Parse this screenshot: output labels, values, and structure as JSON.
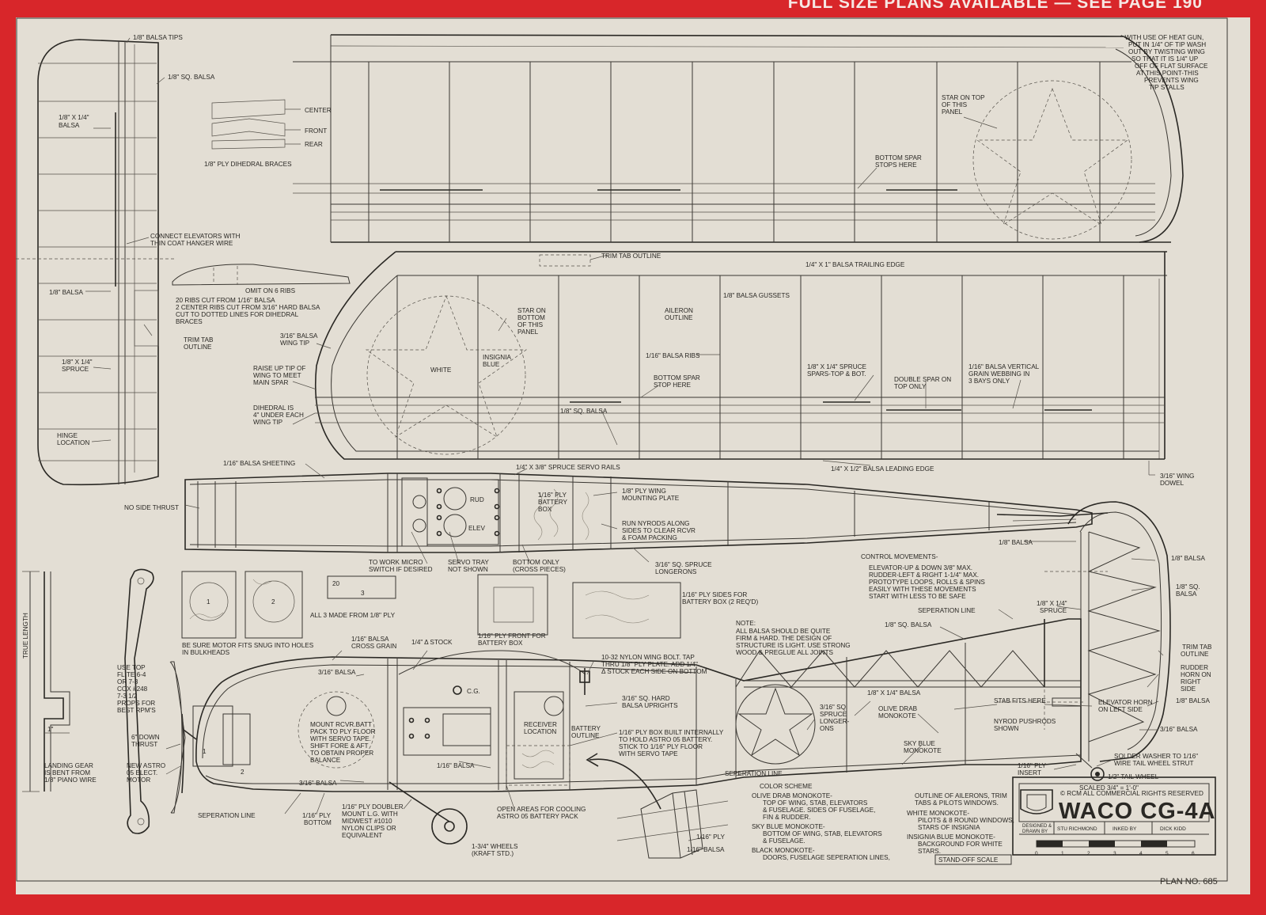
{
  "banner": "FULL SIZE PLANS AVAILABLE — SEE PAGE 190",
  "plan_no": "PLAN NO. 685",
  "colors": {
    "background": "#d8262a",
    "sheet": "#e3ded4",
    "ink": "#2a2824"
  },
  "labels": {
    "tips": "1/8\" BALSA TIPS",
    "sq_balsa_top": "1/8\" SQ. BALSA",
    "b18x14": "1/8\" X 1/4\"",
    "balsa": "BALSA",
    "center": "CENTER",
    "front": "FRONT",
    "rear": "REAR",
    "dihedral_braces": "1/8\" PLY DIHEDRAL BRACES",
    "connect_elev_1": "CONNECT ELEVATORS WITH",
    "connect_elev_2": "THIN COAT HANGER WIRE",
    "b18_balsa": "1/8\" BALSA",
    "omit_ribs": "OMIT ON 6 RIBS",
    "ribs_1": "20 RIBS CUT FROM 1/16\" BALSA",
    "ribs_2": "2 CENTER RIBS CUT FROM 3/16\" HARD BALSA",
    "ribs_3": "CUT TO DOTTED LINES FOR DIHEDRAL",
    "ribs_4": "BRACES",
    "trim_tab_1": "TRIM TAB",
    "trim_tab_2": "OUTLINE",
    "b316_1": "3/16\" BALSA",
    "b316_2": "WING TIP",
    "b18x14_spruce_1": "1/8\" X 1/4\"",
    "b18x14_spruce_2": "SPRUCE",
    "raise_1": "RAISE UP TIP OF",
    "raise_2": "WING TO MEET",
    "raise_3": "MAIN SPAR",
    "dihedral_1": "DIHEDRAL IS",
    "dihedral_2": "4\" UNDER EACH",
    "dihedral_3": "WING TIP",
    "hinge_1": "HINGE",
    "hinge_2": "LOCATION",
    "heat_1": "* WITH USE OF HEAT GUN,",
    "heat_2": "PUT IN 1/4\" OF TIP WASH",
    "heat_3": "OUT BY TWISTING WING",
    "heat_4": "SO THAT IT IS 1/4\" UP",
    "heat_5": "OFF OF FLAT SURFACE",
    "heat_6": "AT THIS POINT-THIS",
    "heat_7": "PREVENTS WING",
    "heat_8": "TIP STALLS",
    "star_top_1": "STAR ON TOP",
    "star_top_2": "OF THIS",
    "star_top_3": "PANEL",
    "bottom_spar_1": "BOTTOM SPAR",
    "bottom_spar_2": "STOPS HERE",
    "trim_tab_outline": "TRIM TAB OUTLINE",
    "trailing_edge": "1/4\" X 1\" BALSA TRAILING EDGE",
    "gussets": "1/8\" BALSA GUSSETS",
    "star_bottom_1": "STAR ON",
    "star_bottom_2": "BOTTOM",
    "star_bottom_3": "OF THIS",
    "star_bottom_4": "PANEL",
    "aileron_1": "AILERON",
    "aileron_2": "OUTLINE",
    "white": "WHITE",
    "insignia_1": "INSIGNIA",
    "insignia_2": "BLUE",
    "ribs_116": "1/16\" BALSA RIBS",
    "bspar_1": "BOTTOM SPAR",
    "bspar_2": "STOP HERE",
    "spruce_spars_1": "1/8\" X 1/4\" SPRUCE",
    "spruce_spars_2": "SPARS-TOP & BOT.",
    "double_spar_1": "DOUBLE SPAR ON",
    "double_spar_2": "TOP ONLY",
    "vertical_1": "1/16\" BALSA VERTICAL",
    "vertical_2": "GRAIN WEBBING IN",
    "vertical_3": "3 BAYS ONLY",
    "sq_balsa_mid": "1/8\" SQ. BALSA",
    "leading_edge": "1/4\" X 1/2\" BALSA LEADING EDGE",
    "dowel_1": "3/16\" WING",
    "dowel_2": "DOWEL",
    "sheeting": "1/16\" BALSA SHEETING",
    "servo_rails": "1/4\" X 3/8\" SPRUCE SERVO RAILS",
    "no_side_thrust": "NO SIDE THRUST",
    "rud": "RUD",
    "elev": "ELEV",
    "ply_bat_1": "1/16\" PLY",
    "ply_bat_2": "BATTERY",
    "ply_bat_3": "BOX",
    "ply_wing_1": "1/8\" PLY WING",
    "ply_wing_2": "MOUNTING PLATE",
    "nyrods_1": "RUN NYRODS ALONG",
    "nyrods_2": "SIDES TO CLEAR RCVR",
    "nyrods_3": "& FOAM PACKING",
    "micro_1": "TO WORK MICRO",
    "micro_2": "SWITCH IF DESIRED",
    "servo_tray_1": "SERVO TRAY",
    "servo_tray_2": "NOT SHOWN",
    "bottom_only_1": "BOTTOM ONLY",
    "bottom_only_2": "(CROSS PIECES)",
    "longerons_1": "3/16\" SQ. SPRUCE",
    "longerons_2": "LONGERONS",
    "b18_balsa_fin": "1/8\" BALSA",
    "control_title": "CONTROL MOVEMENTS-",
    "control_1": "ELEVATOR-UP & DOWN 3/8\" MAX.",
    "control_2": "RUDDER-LEFT & RIGHT 1-1/4\" MAX.",
    "control_3": "PROTOTYPE LOOPS, ROLLS & SPINS",
    "control_4": "EASILY WITH THESE MOVEMENTS",
    "control_5": "START WITH LESS TO BE SAFE",
    "b18_balsa_r1": "1/8\" BALSA",
    "b18_sq_r_1": "1/8\" SQ.",
    "b18_sq_r_2": "BALSA",
    "ply_sides_1": "1/16\" PLY SIDES FOR",
    "ply_sides_2": "BATTERY BOX (2 REQ'D)",
    "all3": "ALL 3 MADE FROM 1/8\" PLY",
    "motor_fits_1": "BE SURE MOTOR FITS SNUG INTO HOLES",
    "motor_fits_2": "IN BULKHEADS",
    "ply_front_1": "1/16\" PLY FRONT FOR",
    "ply_front_2": "BATTERY BOX",
    "note_title": "NOTE:",
    "note_1": "ALL BALSA SHOULD BE QUITE",
    "note_2": "FIRM & HARD. THE DESIGN OF",
    "note_3": "STRUCTURE IS LIGHT. USE STRONG",
    "note_4": "WOOD & PREGLUE ALL JOINTS",
    "sep_line_r": "SEPERATION LINE",
    "sq_balsa_r": "1/8\" SQ. BALSA",
    "spruce_r_1": "1/8\" X 1/4\"",
    "spruce_r_2": "SPRUCE",
    "trim_tab_r_1": "TRIM TAB",
    "trim_tab_r_2": "OUTLINE",
    "rudder_horn_1": "RUDDER",
    "rudder_horn_2": "HORN ON",
    "rudder_horn_3": "RIGHT",
    "rudder_horn_4": "SIDE",
    "b18_balsa_r2": "1/8\" BALSA",
    "true_length": "TRUE LENGTH",
    "one_in": "1\"",
    "use_top_1": "USE TOP",
    "use_top_2": "FLITE 6-4",
    "use_top_3": "OR 7-3",
    "use_top_4": "COX #248",
    "use_top_5": "7-3 1/2",
    "use_top_6": "PROPS FOR",
    "use_top_7": "BEST RPM'S",
    "down_thrust_1": "6\" DOWN",
    "down_thrust_2": "THRUST",
    "astro_1": "NEW ASTRO",
    "astro_2": "05 ELECT.",
    "astro_3": "MOTOR",
    "landing_1": "LANDING GEAR",
    "landing_2": "IS BENT FROM",
    "landing_3": "1/8\" PIANO WIRE",
    "cross_grain_1": "1/16\" BALSA",
    "cross_grain_2": "CROSS GRAIN",
    "tri_stock": "1/4\" Δ STOCK",
    "nylon_bolt_1": "10-32 NYLON WING BOLT. TAP",
    "nylon_bolt_2": "THRU 1/8\" PLY PLATE. ADD 1/4\"",
    "nylon_bolt_3": "Δ STOCK EACH SIDE ON BOTTOM",
    "cg": "C.G.",
    "balsa316_top": "3/16\" BALSA",
    "uprights_1": "3/16\" SQ. HARD",
    "uprights_2": "BALSA UPRIGHTS",
    "mount_1": "MOUNT RCVR.BATT",
    "mount_2": "PACK TO PLY FLOOR",
    "mount_3": "WITH SERVO TAPE.",
    "mount_4": "SHIFT FORE & AFT",
    "mount_5": "TO OBTAIN PROPER",
    "mount_6": "BALANCE",
    "receiver_1": "RECEIVER",
    "receiver_2": "LOCATION",
    "battery_1": "BATTERY",
    "battery_2": "OUTLINE",
    "ply_box_1": "1/16\" PLY BOX BUILT INTERNALLY",
    "ply_box_2": "TO HOLD ASTRO 05 BATTERY.",
    "ply_box_3": "STICK TO 1/16\" PLY FLOOR",
    "ply_box_4": "WITH SERVO TAPE",
    "balsa116_mid": "1/16\" BALSA",
    "balsa316_bot": "3/16\" BALSA",
    "sep_line_l": "SEPERATION LINE",
    "ply_bottom_1": "1/16\" PLY",
    "ply_bottom_2": "BOTTOM",
    "doubler_1": "1/16\" PLY DOUBLER",
    "doubler_2": "MOUNT L.G. WITH",
    "doubler_3": "MIDWEST #1010",
    "doubler_4": "NYLON CLIPS OR",
    "doubler_5": "EQUIVALENT",
    "open_areas_1": "OPEN AREAS FOR COOLING",
    "open_areas_2": "ASTRO 05 BATTERY PACK",
    "wheels_1": "1-3/4\" WHEELS",
    "wheels_2": "(KRAFT STD.)",
    "ply116_gear": "1/16\" PLY",
    "balsa116_gear": "1/16\" BALSA",
    "sq_spruce_1": "3/16\" SQ.",
    "sq_spruce_2": "SPRUCE",
    "sq_spruce_3": "LONGER-",
    "sq_spruce_4": "ONS",
    "b18x14_balsa": "1/8\" X 1/4\" BALSA",
    "olive_1": "OLIVE DRAB",
    "olive_2": "MONOKOTE",
    "sky_1": "SKY BLUE",
    "sky_2": "MONOKOTE",
    "stab_fits": "STAB FITS HERE",
    "nyrod_push_1": "NYROD PUSHRODS",
    "nyrod_push_2": "SHOWN",
    "elev_horn_1": "ELEVATOR HORN",
    "elev_horn_2": "ON LEFT SIDE",
    "balsa316_r": "3/16\" BALSA",
    "b18_balsa_r3": "1/8\" BALSA",
    "sep_line_b": "SEPERATION LINE",
    "ply_insert_1": "1/16\" PLY",
    "ply_insert_2": "INSERT",
    "solder_1": "SOLDER WASHER TO 1/16\"",
    "solder_2": "WIRE TAIL WHEEL STRUT",
    "tail_wheel": "1/2\" TAIL WHEEL",
    "scaled": "SCALED 3/4\" = 1'-0\"",
    "rights": "© RCM ALL COMMERCIAL RIGHTS RESERVED",
    "color_title": "COLOR SCHEME",
    "color_1": "OLIVE DRAB MONOKOTE-",
    "color_2": "TOP OF WING, STAB, ELEVATORS",
    "color_3": "& FUSELAGE. SIDES OF FUSELAGE,",
    "color_4": "FIN & RUDDER.",
    "color_5": "SKY BLUE MONOKOTE-",
    "color_6": "BOTTOM OF WING, STAB, ELEVATORS",
    "color_7": "& FUSELAGE.",
    "color_8": "BLACK MONOKOTE-",
    "color_9": "DOORS, FUSELAGE SEPERATION LINES,",
    "outline_1": "OUTLINE OF AILERONS, TRIM",
    "outline_2": "TABS & PILOTS WINDOWS.",
    "outline_3": "WHITE MONOKOTE-",
    "outline_4": "PILOTS & 8 ROUND WINDOWS,",
    "outline_5": "STARS OF INSIGNIA",
    "outline_6": "INSIGNIA BLUE MONOKOTE-",
    "outline_7": "BACKGROUND FOR WHITE",
    "outline_8": "STARS.",
    "standoff": "STAND-OFF SCALE",
    "title": "WACO CG-4A",
    "designed_1": "DESIGNED &",
    "designed_2": "DRAWN BY",
    "designer": "STU RICHMOND",
    "inked_by": "INKED BY",
    "inker": "DICK KIDD",
    "scale_0": "0",
    "scale_1": "1",
    "scale_2": "2",
    "scale_3": "3",
    "scale_4": "4",
    "scale_5": "5",
    "scale_6": "6",
    "bulkhead_1": "1",
    "bulkhead_2": "2",
    "bulkhead_3": "3",
    "bulkhead_20": "20",
    "ply_1": "1",
    "ply_2": "2"
  }
}
